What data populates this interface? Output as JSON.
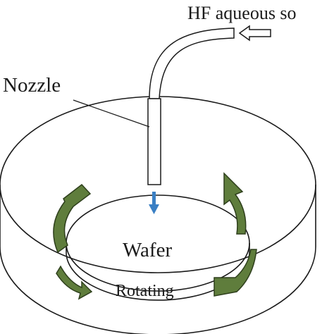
{
  "labels": {
    "solution": "HF aqueous so",
    "nozzle": "Nozzle",
    "wafer": "Wafer",
    "rotating": "Rotating"
  },
  "colors": {
    "line": "#1a1a1a",
    "rotation_arrow": "#5f7d3c",
    "rotation_arrow_edge": "#2e3f1c",
    "flow_arrow": "#3a7fc4"
  },
  "icons": {
    "inlet_arrow": "hollow-left-arrow",
    "flow_arrow": "down-arrow",
    "rotation_arrows": "curved-arrow"
  }
}
